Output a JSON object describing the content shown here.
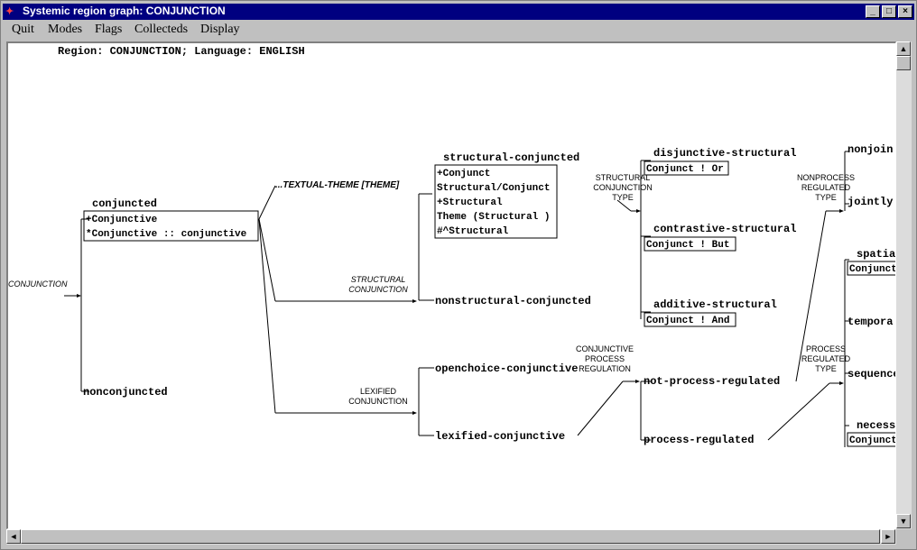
{
  "window": {
    "title": "Systemic region graph: CONJUNCTION",
    "icon": "app-icon",
    "controls": {
      "minimize": "_",
      "maximize": "□",
      "close": "×"
    }
  },
  "menu": [
    "Quit",
    "Modes",
    "Flags",
    "Collecteds",
    "Display"
  ],
  "header": "Region: CONJUNCTION; Language: ENGLISH",
  "graph": {
    "systems": {
      "conjunction": "CONJUNCTION",
      "structural_conjunction": [
        "STRUCTURAL",
        "CONJUNCTION"
      ],
      "lexified_conjunction": [
        "LEXIFIED",
        "CONJUNCTION"
      ],
      "structural_conjunction_type": [
        "STRUCTURAL",
        "CONJUNCTION",
        "TYPE"
      ],
      "conjunctive_process_regulation": [
        "CONJUNCTIVE",
        "PROCESS",
        "REGULATION"
      ],
      "nonprocess_regulated_type": [
        "NONPROCESS",
        "REGULATED",
        "TYPE"
      ],
      "process_regulated_type": [
        "PROCESS",
        "REGULATED",
        "TYPE"
      ]
    },
    "gate": "...TEXTUAL-THEME [THEME]",
    "features": {
      "conjuncted": "conjuncted",
      "nonconjuncted": "nonconjuncted",
      "structural_conjuncted": "structural-conjuncted",
      "nonstructural_conjuncted": "nonstructural-conjuncted",
      "openchoice_conjunctive": "openchoice-conjunctive",
      "lexified_conjunctive": "lexified-conjunctive",
      "disjunctive_structural": "disjunctive-structural",
      "contrastive_structural": "contrastive-structural",
      "additive_structural": "additive-structural",
      "not_process_regulated": "not-process-regulated",
      "process_regulated": "process-regulated",
      "nonjoin": "nonjoin",
      "jointly": "jointly",
      "spatia": "spatia",
      "tempora": "tempora",
      "sequence": "sequence",
      "necess": "necess"
    },
    "realizations": {
      "conjuncted": [
        "+Conjunctive",
        "*Conjunctive :: conjunctive"
      ],
      "structural_conjuncted": [
        "+Conjunct",
        "Structural/Conjunct",
        "+Structural",
        "Theme (Structural )",
        "#^Structural"
      ],
      "disjunctive_structural": "Conjunct ! Or",
      "contrastive_structural": "Conjunct ! But",
      "additive_structural": "Conjunct ! And",
      "spatia": "Conjunct",
      "necess": "Conjunct"
    }
  },
  "scroll": {
    "up": "▲",
    "down": "▼",
    "left": "◄",
    "right": "►"
  }
}
